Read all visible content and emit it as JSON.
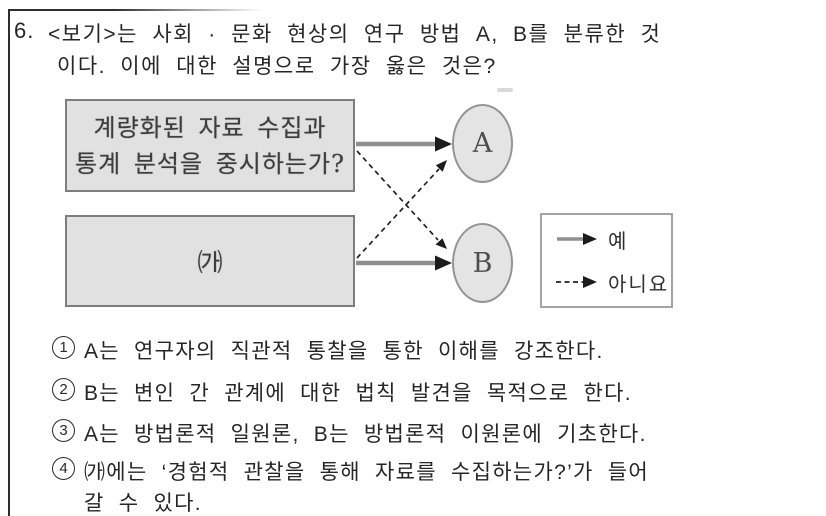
{
  "question": {
    "number": "6.",
    "line1": "<보기>는 사회 · 문화 현상의 연구 방법 A, B를 분류한 것",
    "line2": "이다. 이에 대한 설명으로 가장 옳은 것은?"
  },
  "diagram": {
    "box1_line1": "계량화된 자료 수집과",
    "box1_line2": "통계 분석을 중시하는가?",
    "box2_label": "㈎",
    "node_a_label": "A",
    "node_b_label": "B",
    "legend": {
      "solid_label": "예",
      "dashed_label": "아니요"
    },
    "colors": {
      "box_fill": "#e1e1e1",
      "box_border": "#7e7e7e",
      "solid_arrow_shaft": "#8f8f8f",
      "arrowhead": "#1c1c1c",
      "dashed_arrow": "#222222"
    }
  },
  "choices": [
    {
      "marker": "1",
      "text": "A는 연구자의 직관적 통찰을 통한 이해를 강조한다."
    },
    {
      "marker": "2",
      "text": "B는 변인 간 관계에 대한 법칙 발견을 목적으로 한다."
    },
    {
      "marker": "3",
      "text": "A는 방법론적 일원론, B는 방법론적 이원론에 기초한다."
    },
    {
      "marker": "4",
      "text": "㈎에는 ‘경험적 관찰을 통해 자료를 수집하는가?’가 들어",
      "text2": "갈 수 있다."
    }
  ]
}
